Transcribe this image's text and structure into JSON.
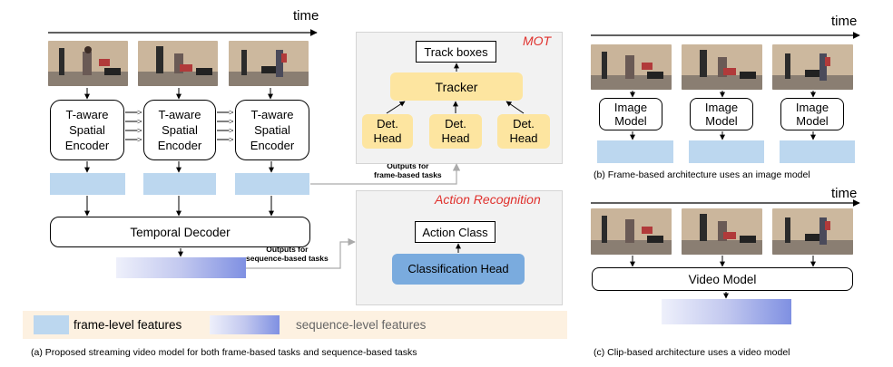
{
  "time_label": "time",
  "left_encoders": [
    "T-aware\nSpatial\nEncoder",
    "T-aware\nSpatial\nEncoder",
    "T-aware\nSpatial\nEncoder"
  ],
  "temporal_decoder": "Temporal Decoder",
  "outputs_frame": "Outputs for\nframe-based tasks",
  "outputs_sequence": "Outputs for\nsequence-based tasks",
  "mot": {
    "title": "MOT",
    "track_boxes": "Track boxes",
    "tracker": "Tracker",
    "heads": [
      "Det.\nHead",
      "Det.\nHead",
      "Det.\nHead"
    ]
  },
  "action": {
    "title": "Action Recognition",
    "action_class": "Action Class",
    "classification_head": "Classification Head"
  },
  "legend": {
    "frame_level": "frame-level features",
    "sequence_level": "sequence-level features"
  },
  "caption_a": "(a) Proposed streaming video model for both frame-based tasks and sequence-based tasks",
  "right_top": {
    "models": [
      "Image\nModel",
      "Image\nModel",
      "Image\nModel"
    ],
    "caption": "(b)  Frame-based architecture uses an image model"
  },
  "right_bottom": {
    "video_model": "Video Model",
    "caption": "(c) Clip-based architecture uses a video model"
  },
  "colors": {
    "frame_feature": "#bcd7ef",
    "sequence_feature_start": "#eef0fb",
    "sequence_feature_end": "#7f90e2",
    "head_yellow": "#fde5a0",
    "classification_blue": "#7aabde",
    "title_red": "#e0322e",
    "legend_bg": "#fdf1e1"
  }
}
